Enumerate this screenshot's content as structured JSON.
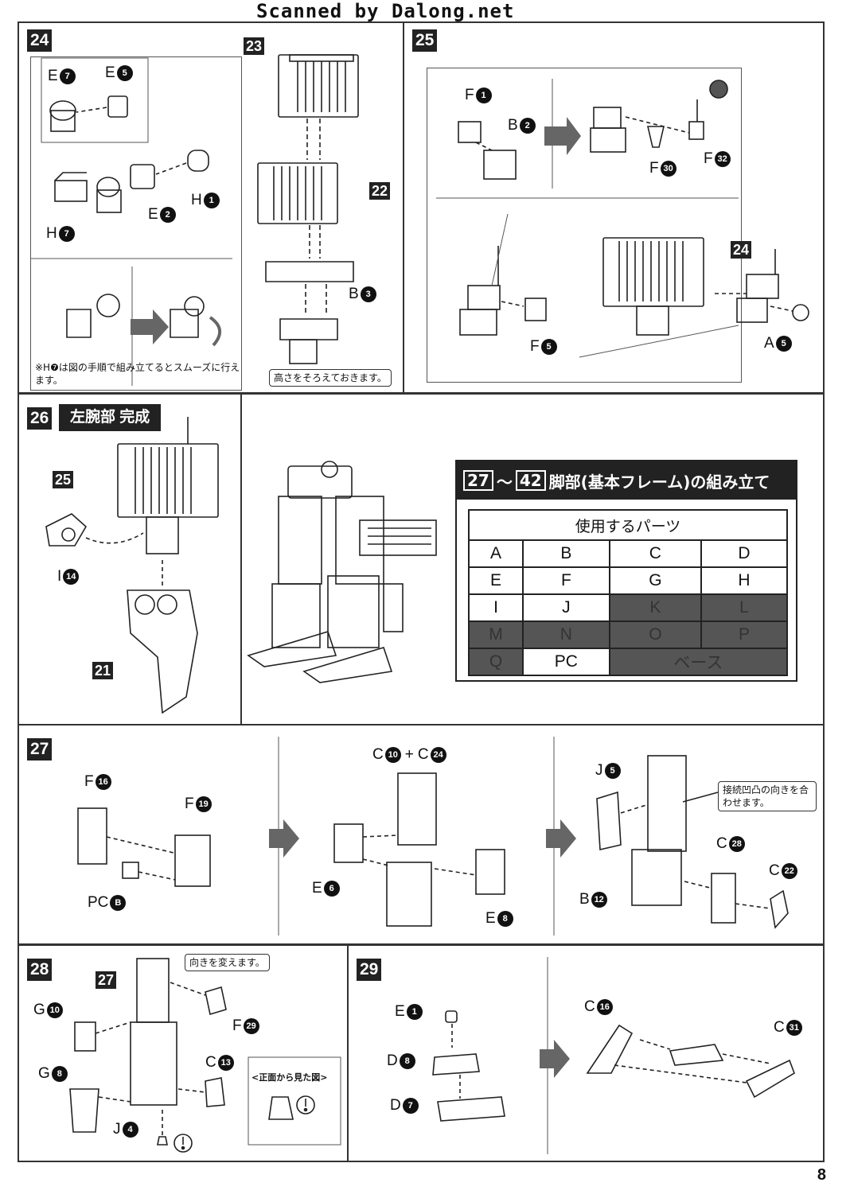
{
  "header": {
    "watermark": "Scanned by Dalong.net"
  },
  "steps": {
    "s24": {
      "number": "24",
      "refs": [
        "23",
        "22"
      ],
      "parts": {
        "e7": {
          "letter": "E",
          "num": "7"
        },
        "e5": {
          "letter": "E",
          "num": "5"
        },
        "h1": {
          "letter": "H",
          "num": "1"
        },
        "e2": {
          "letter": "E",
          "num": "2"
        },
        "h7": {
          "letter": "H",
          "num": "7"
        },
        "b3": {
          "letter": "B",
          "num": "3"
        }
      },
      "note_h7": "※H❼は図の手順で組み立てるとスムーズに行えます。",
      "callout_height": "高さをそろえておきます。"
    },
    "s25": {
      "number": "25",
      "ref": "24",
      "parts": {
        "f1": {
          "letter": "F",
          "num": "1"
        },
        "b2": {
          "letter": "B",
          "num": "2"
        },
        "f30": {
          "letter": "F",
          "num": "30"
        },
        "f32": {
          "letter": "F",
          "num": "32"
        },
        "f5": {
          "letter": "F",
          "num": "5"
        },
        "a5": {
          "letter": "A",
          "num": "5"
        }
      }
    },
    "s26": {
      "number": "26",
      "title": "左腕部 完成",
      "refs": [
        "25",
        "21"
      ],
      "parts": {
        "i14": {
          "letter": "I",
          "num": "14"
        }
      }
    },
    "s27": {
      "number": "27",
      "parts": {
        "f16": {
          "letter": "F",
          "num": "16"
        },
        "f19": {
          "letter": "F",
          "num": "19"
        },
        "pcb": {
          "letter": "PC",
          "num": "B"
        },
        "c10": {
          "letter": "C",
          "num": "10"
        },
        "c24": {
          "letter": "C",
          "num": "24"
        },
        "e6": {
          "letter": "E",
          "num": "6"
        },
        "e8": {
          "letter": "E",
          "num": "8"
        },
        "j5": {
          "letter": "J",
          "num": "5"
        },
        "c28": {
          "letter": "C",
          "num": "28"
        },
        "c22": {
          "letter": "C",
          "num": "22"
        },
        "b12": {
          "letter": "B",
          "num": "12"
        }
      },
      "callout_align": "接続凹凸の向きを合わせます。"
    },
    "s28": {
      "number": "28",
      "ref": "27",
      "parts": {
        "g10": {
          "letter": "G",
          "num": "10"
        },
        "f29": {
          "letter": "F",
          "num": "29"
        },
        "c13": {
          "letter": "C",
          "num": "13"
        },
        "g8": {
          "letter": "G",
          "num": "8"
        },
        "j4": {
          "letter": "J",
          "num": "4"
        }
      },
      "callout_direction": "向きを変えます。",
      "front_view": "<正面から見た図>"
    },
    "s29": {
      "number": "29",
      "parts": {
        "e1": {
          "letter": "E",
          "num": "1"
        },
        "d8": {
          "letter": "D",
          "num": "8"
        },
        "d7": {
          "letter": "D",
          "num": "7"
        },
        "c16": {
          "letter": "C",
          "num": "16"
        },
        "c31": {
          "letter": "C",
          "num": "31"
        }
      }
    }
  },
  "legs_section": {
    "from": "27",
    "tilde": "〜",
    "to": "42",
    "title": "脚部(基本フレーム)の組み立て",
    "table_title": "使用するパーツ",
    "rows": [
      [
        {
          "t": "A",
          "dark": false
        },
        {
          "t": "B",
          "dark": false
        },
        {
          "t": "C",
          "dark": false
        },
        {
          "t": "D",
          "dark": false
        }
      ],
      [
        {
          "t": "E",
          "dark": false
        },
        {
          "t": "F",
          "dark": false
        },
        {
          "t": "G",
          "dark": false
        },
        {
          "t": "H",
          "dark": false
        }
      ],
      [
        {
          "t": "I",
          "dark": false
        },
        {
          "t": "J",
          "dark": false
        },
        {
          "t": "K",
          "dark": true
        },
        {
          "t": "L",
          "dark": true
        }
      ],
      [
        {
          "t": "M",
          "dark": true
        },
        {
          "t": "N",
          "dark": true
        },
        {
          "t": "O",
          "dark": true
        },
        {
          "t": "P",
          "dark": true
        }
      ]
    ],
    "last_row": {
      "q": "Q",
      "pc": "PC",
      "base": "ベース"
    }
  },
  "footer": {
    "page": "8"
  }
}
